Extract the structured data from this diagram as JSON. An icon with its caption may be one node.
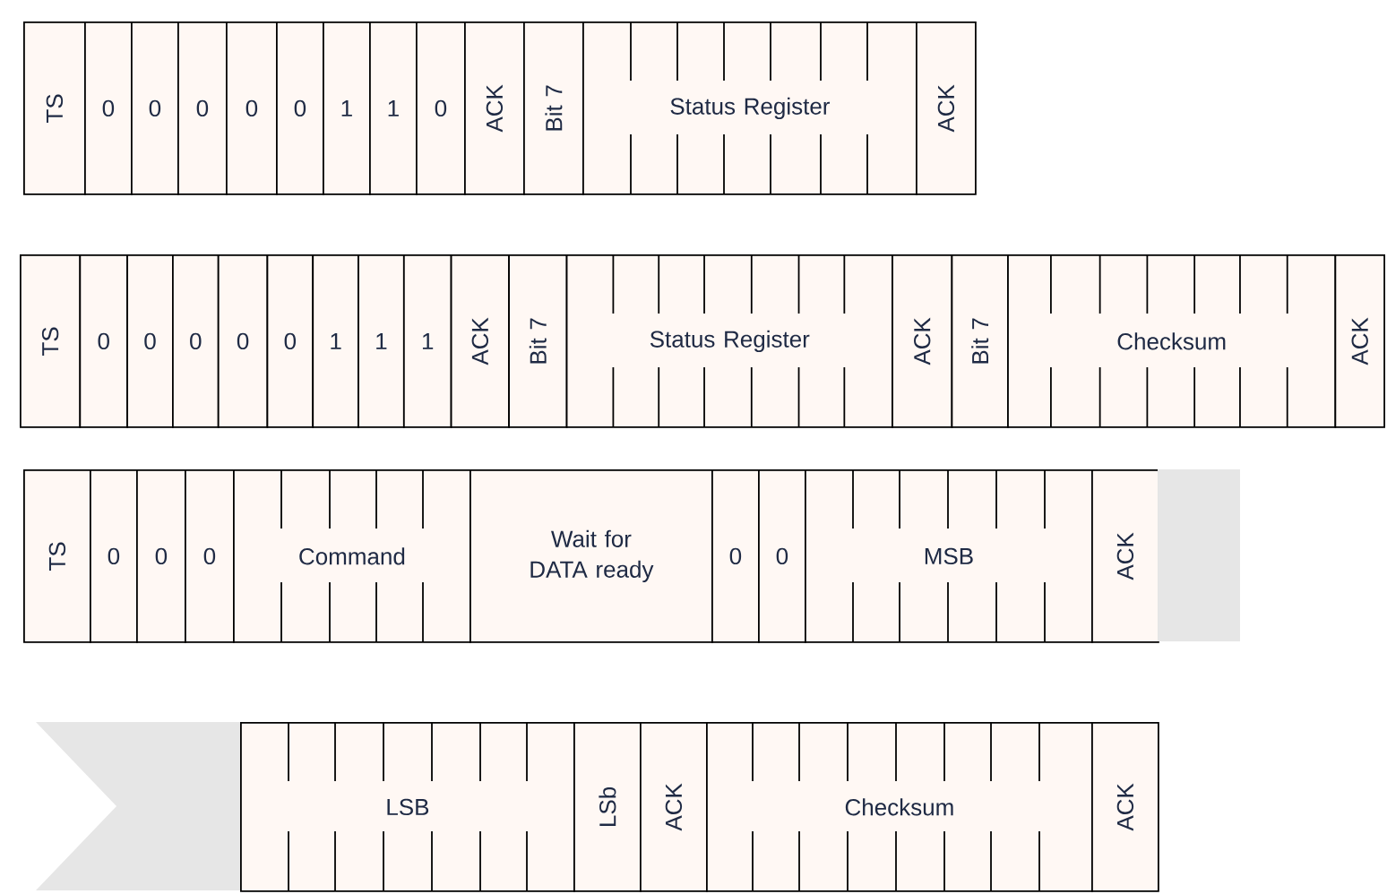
{
  "diagram": {
    "nodes": [
      {
        "text": [
          "TS"
        ]
      },
      {
        "text": [
          "0"
        ]
      },
      {
        "text": [
          "0"
        ]
      },
      {
        "text": [
          "0"
        ]
      },
      {
        "text": [
          "0"
        ]
      },
      {
        "text": [
          "0"
        ]
      },
      {
        "text": [
          "1"
        ]
      },
      {
        "text": [
          "1"
        ]
      },
      {
        "text": [
          "0"
        ]
      },
      {
        "text": [
          "ACK"
        ]
      },
      {
        "text": [
          "Bit 7"
        ]
      },
      {
        "text": [
          "Status Register"
        ]
      },
      {
        "text": [
          "ACK"
        ]
      },
      {
        "text": [
          "TS"
        ]
      },
      {
        "text": [
          "0"
        ]
      },
      {
        "text": [
          "0"
        ]
      },
      {
        "text": [
          "0"
        ]
      },
      {
        "text": [
          "0"
        ]
      },
      {
        "text": [
          "0"
        ]
      },
      {
        "text": [
          "1"
        ]
      },
      {
        "text": [
          "1"
        ]
      },
      {
        "text": [
          "1"
        ]
      },
      {
        "text": [
          "ACK"
        ]
      },
      {
        "text": [
          "Bit 7"
        ]
      },
      {
        "text": [
          "Status Register"
        ]
      },
      {
        "text": [
          "ACK"
        ]
      },
      {
        "text": [
          "Bit 7"
        ]
      },
      {
        "text": [
          "Checksum"
        ]
      },
      {
        "text": [
          "ACK"
        ]
      },
      {
        "text": [
          "TS"
        ]
      },
      {
        "text": [
          "0"
        ]
      },
      {
        "text": [
          "0"
        ]
      },
      {
        "text": [
          "0"
        ]
      },
      {
        "text": [
          "Command"
        ]
      },
      {
        "text": [
          "Wait for DATA ready"
        ]
      },
      {
        "text": [
          "0"
        ]
      },
      {
        "text": [
          "0"
        ]
      },
      {
        "text": [
          "MSB"
        ]
      },
      {
        "text": [
          "ACK"
        ]
      },
      {
        "text": [],
        "shape": "bar"
      },
      {
        "text": [],
        "shape": "chevron"
      },
      {
        "text": [
          "LSB"
        ]
      },
      {
        "text": [
          "LSb"
        ]
      },
      {
        "text": [
          "ACK"
        ]
      },
      {
        "text": [
          "Checksum"
        ]
      },
      {
        "text": [
          "ACK"
        ]
      }
    ]
  }
}
